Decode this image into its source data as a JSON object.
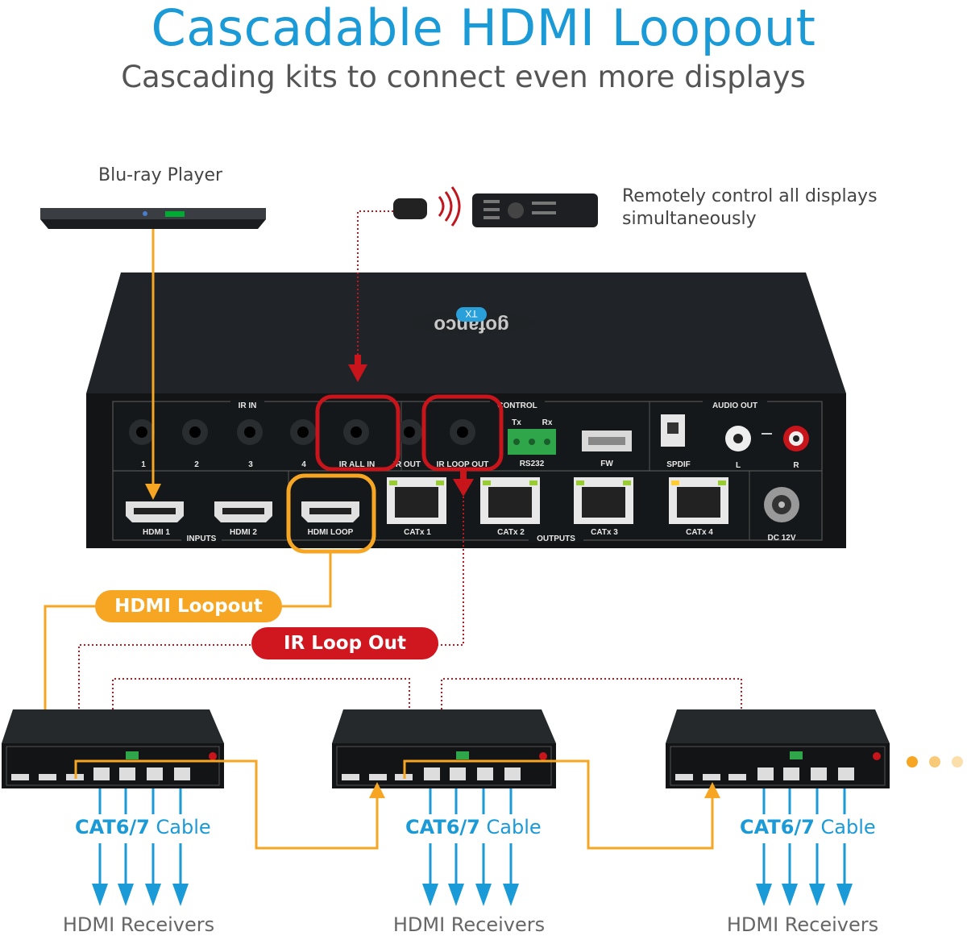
{
  "header": {
    "title": "Cascadable HDMI Loopout",
    "subtitle": "Cascading kits to connect even more displays"
  },
  "source": {
    "label": "Blu-ray Player"
  },
  "remote": {
    "caption_line1": "Remotely control all displays",
    "caption_line2": "simultaneously"
  },
  "device": {
    "brand": "gofanco",
    "model_badge": "TX",
    "ir_in_header": "IR IN",
    "control_header": "CONTROL",
    "audio_header": "AUDIO OUT",
    "ir_ports": [
      "1",
      "2",
      "3",
      "4",
      "IR ALL IN",
      "IR OUT",
      "IR LOOP OUT"
    ],
    "rs232": {
      "label": "RS232",
      "tx": "Tx",
      "rx": "Rx"
    },
    "fw": "FW",
    "spdif": "SPDIF",
    "audio_l": "L",
    "audio_r": "R",
    "inputs_header": "INPUTS",
    "outputs_header": "OUTPUTS",
    "hdmi_ports": [
      "HDMI 1",
      "HDMI 2",
      "HDMI LOOP"
    ],
    "catx_ports": [
      "CATx 1",
      "CATx 2",
      "CATx 3",
      "CATx 4"
    ],
    "dc": "DC 12V"
  },
  "callouts": {
    "hdmi_loopout": "HDMI Loopout",
    "ir_loop_out": "IR Loop Out"
  },
  "cascade": [
    {
      "cable_bold": "CAT6/7",
      "cable_rest": "Cable",
      "receivers": "HDMI Receivers"
    },
    {
      "cable_bold": "CAT6/7",
      "cable_rest": "Cable",
      "receivers": "HDMI Receivers"
    },
    {
      "cable_bold": "CAT6/7",
      "cable_rest": "Cable",
      "receivers": "HDMI Receivers"
    }
  ],
  "colors": {
    "blue": "#1a9ad6",
    "orange": "#f6a623",
    "red": "#d0161e",
    "device": "#1f2326"
  }
}
